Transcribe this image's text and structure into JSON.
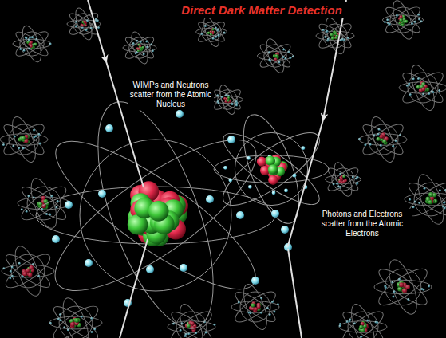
{
  "diagram": {
    "title": "Direct Dark Matter Detection",
    "labels": [
      "WIMPs and Neutrons scatter from the Atomic Nucleus",
      "Photons and Electrons scatter from the Atomic Electrons"
    ]
  }
}
